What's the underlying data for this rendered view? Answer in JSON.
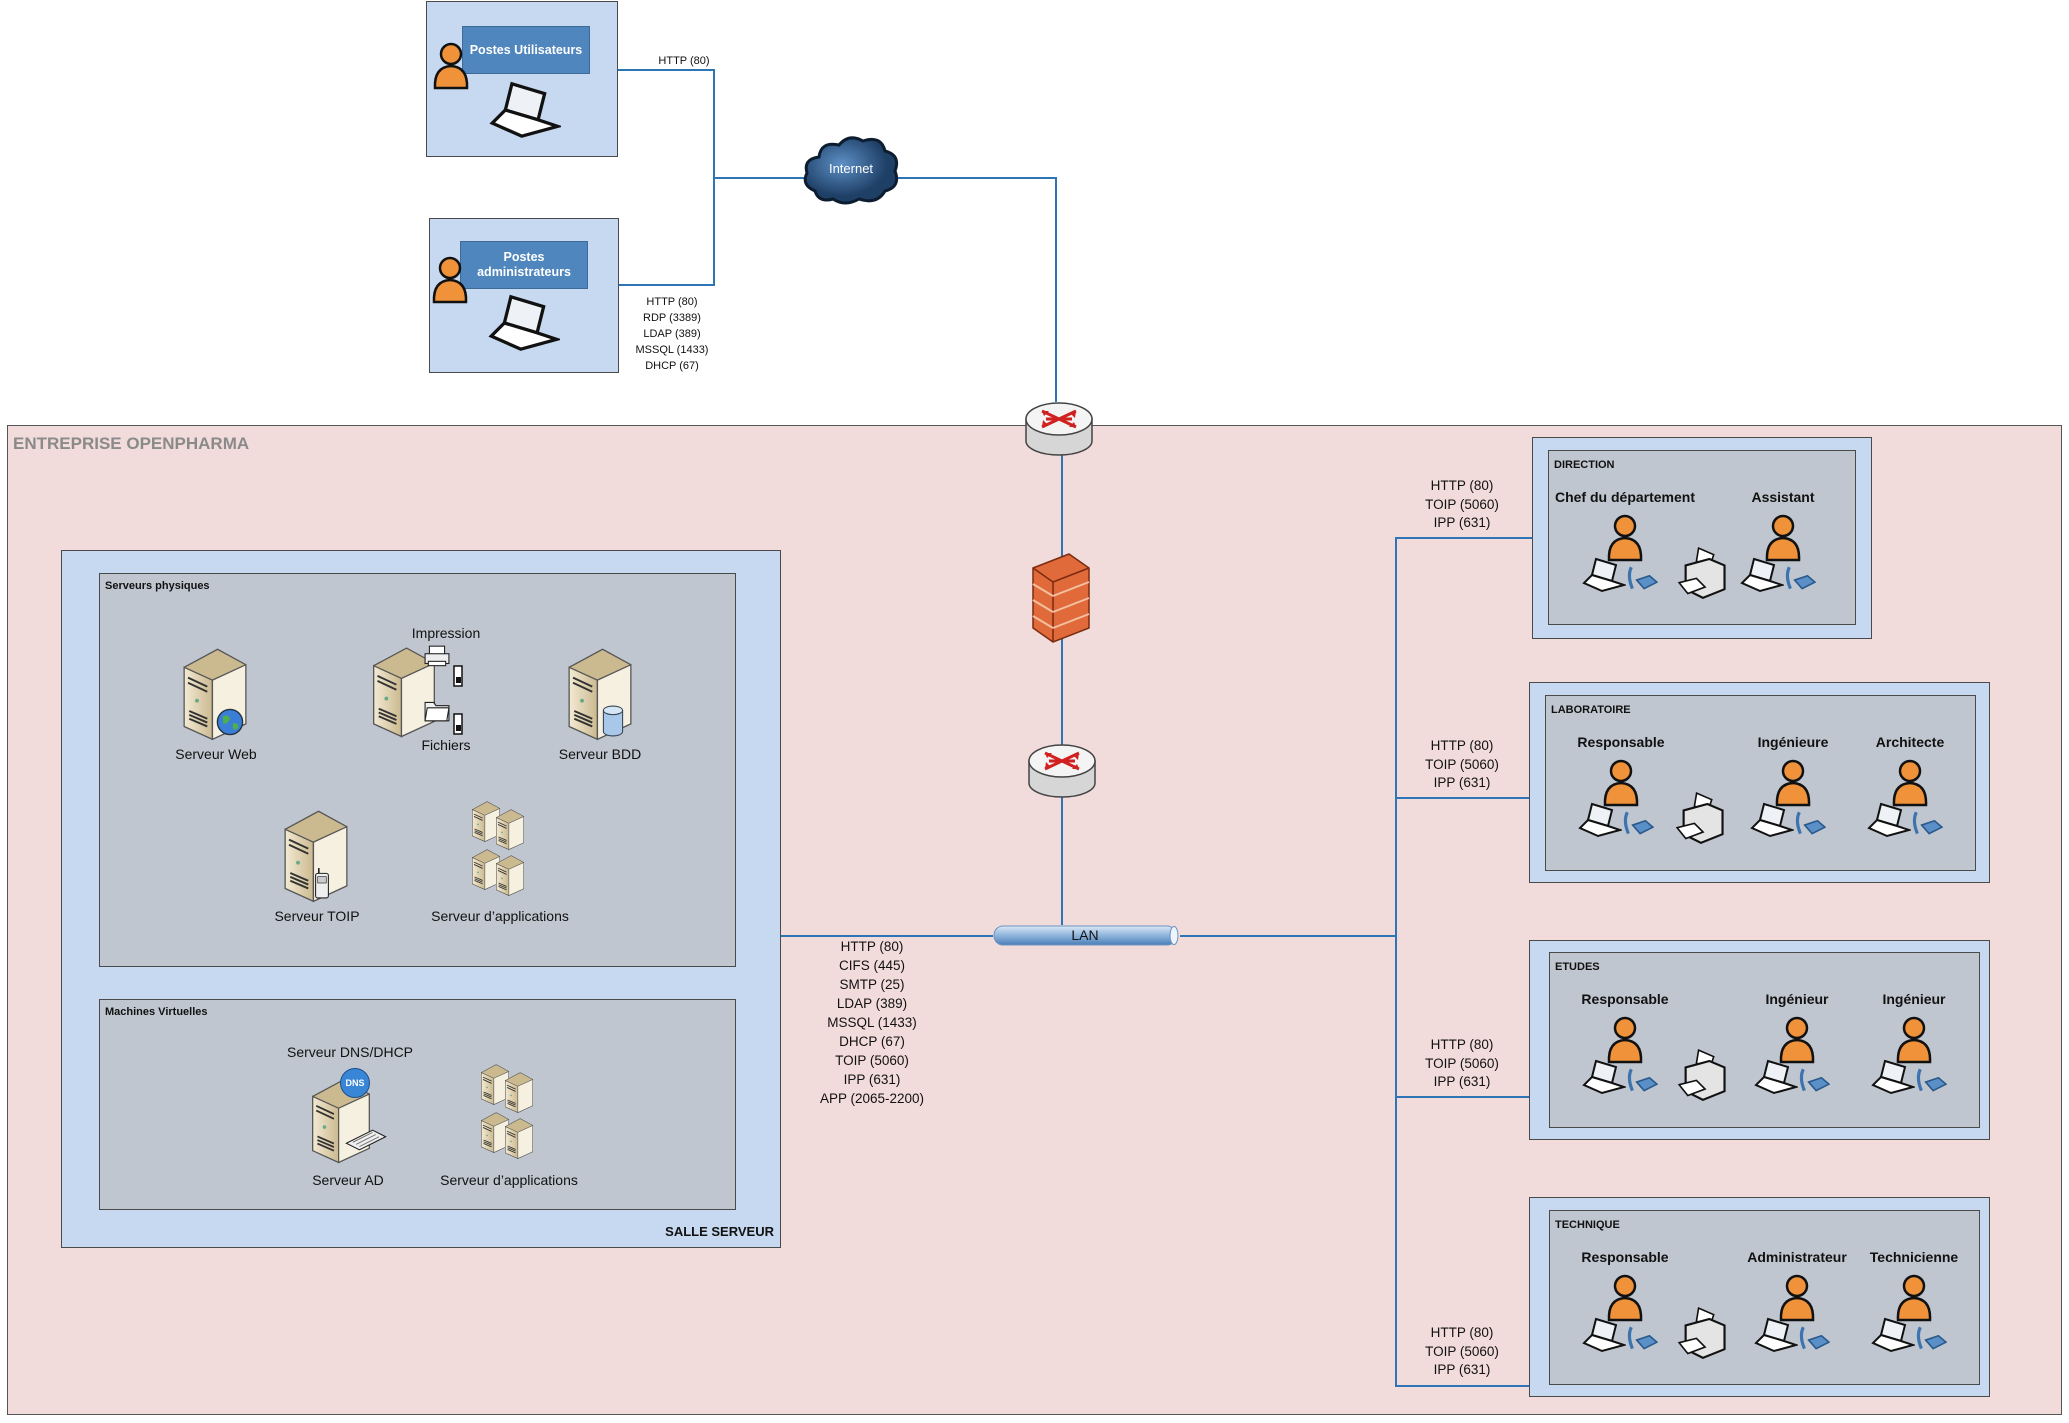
{
  "external": {
    "users": {
      "label": "Postes Utilisateurs",
      "ports": [
        "HTTP (80)"
      ]
    },
    "admins": {
      "label": "Postes administrateurs",
      "ports": [
        "HTTP (80)",
        "RDP (3389)",
        "LDAP (389)",
        "MSSQL (1433)",
        "DHCP (67)"
      ]
    },
    "internet_label": "Internet"
  },
  "enterprise": {
    "title": "ENTREPRISE OPENPHARMA",
    "lan_label": "LAN",
    "server_room": {
      "title": "SALLE SERVEUR",
      "ports": [
        "HTTP (80)",
        "CIFS (445)",
        "SMTP (25)",
        "LDAP (389)",
        "MSSQL (1433)",
        "DHCP (67)",
        "TOIP (5060)",
        "IPP (631)",
        "APP (2065-2200)"
      ],
      "physical": {
        "title": "Serveurs physiques",
        "web": "Serveur Web",
        "print": "Impression",
        "files": "Fichiers",
        "db": "Serveur BDD",
        "toip": "Serveur TOIP",
        "apps": "Serveur d’applications"
      },
      "virtual": {
        "title": "Machines Virtuelles",
        "dns_dhcp": "Serveur DNS/DHCP",
        "dns_badge": "DNS",
        "ad": "Serveur AD",
        "apps": "Serveur d’applications"
      }
    },
    "departments": [
      {
        "title": "DIRECTION",
        "ports": [
          "HTTP (80)",
          "TOIP (5060)",
          "IPP (631)"
        ],
        "members": [
          "Chef du département",
          "Assistant"
        ]
      },
      {
        "title": "LABORATOIRE",
        "ports": [
          "HTTP (80)",
          "TOIP (5060)",
          "IPP (631)"
        ],
        "members": [
          "Responsable",
          "Ingénieure",
          "Architecte"
        ]
      },
      {
        "title": "ETUDES",
        "ports": [
          "HTTP (80)",
          "TOIP (5060)",
          "IPP (631)"
        ],
        "members": [
          "Responsable",
          "Ingénieur",
          "Ingénieur"
        ]
      },
      {
        "title": "TECHNIQUE",
        "ports": [
          "HTTP (80)",
          "TOIP (5060)",
          "IPP (631)"
        ],
        "members": [
          "Responsable",
          "Administrateur",
          "Technicienne"
        ]
      }
    ]
  },
  "colors": {
    "link": "#2e75b6",
    "enterprise_bg": "#f2dcdb",
    "zone_bg": "#c6d9f0",
    "group_bg": "#c0c6cf",
    "person": "#f0923a"
  }
}
